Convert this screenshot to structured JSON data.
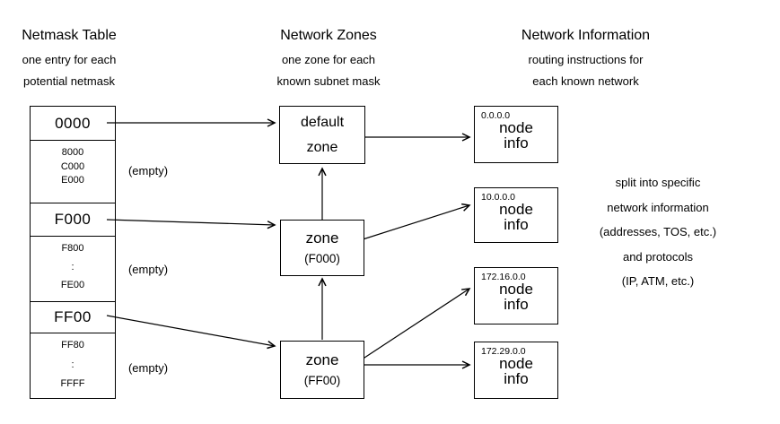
{
  "colors": {
    "ink": "#000000",
    "background": "#ffffff"
  },
  "headers": {
    "netmask_table": {
      "title": "Netmask Table",
      "sub1": "one entry for each",
      "sub2": "potential netmask"
    },
    "network_zones": {
      "title": "Network Zones",
      "sub1": "one zone for each",
      "sub2": "known subnet mask"
    },
    "network_information": {
      "title": "Network Information",
      "sub1": "routing instructions for",
      "sub2": "each known network"
    }
  },
  "netmask_table": {
    "rows": [
      {
        "kind": "entry",
        "label": "0000"
      },
      {
        "kind": "gap",
        "lines": [
          "8000",
          "C000",
          "E000"
        ]
      },
      {
        "kind": "entry",
        "label": "F000"
      },
      {
        "kind": "gap",
        "lines": [
          "F800",
          ":",
          "FE00"
        ]
      },
      {
        "kind": "entry",
        "label": "FF00"
      },
      {
        "kind": "gap",
        "lines": [
          "FF80",
          ":",
          "FFFF"
        ]
      }
    ],
    "empty_note": "(empty)"
  },
  "zones": [
    {
      "line1": "default",
      "line2": "zone"
    },
    {
      "line1": "zone",
      "line2": "(F000)"
    },
    {
      "line1": "zone",
      "line2": "(FF00)"
    }
  ],
  "networks": [
    {
      "address": "0.0.0.0",
      "line1": "node",
      "line2": "info"
    },
    {
      "address": "10.0.0.0",
      "line1": "node",
      "line2": "info"
    },
    {
      "address": "172.16.0.0",
      "line1": "node",
      "line2": "info"
    },
    {
      "address": "172.29.0.0",
      "line1": "node",
      "line2": "info"
    }
  ],
  "side_note": {
    "lines": [
      "split into specific",
      "network information",
      "(addresses, TOS, etc.)",
      "and protocols",
      "(IP, ATM, etc.)"
    ]
  }
}
